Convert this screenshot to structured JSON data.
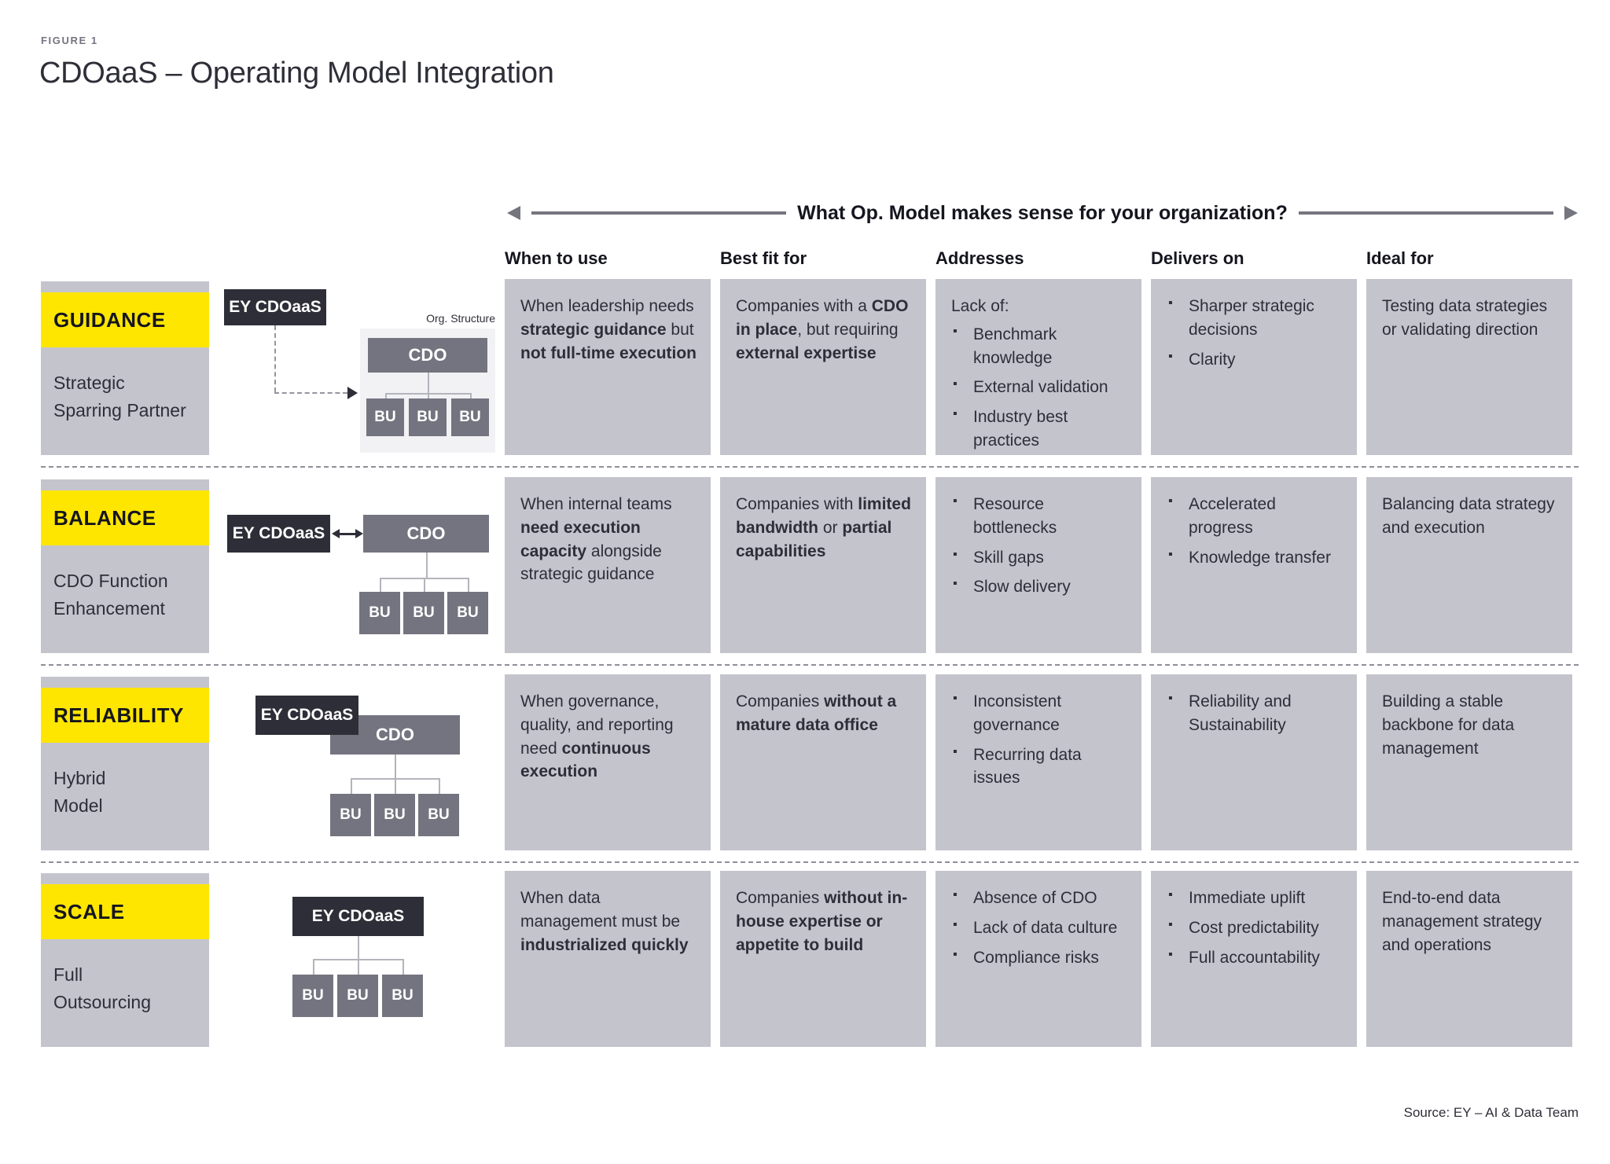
{
  "figure_label": "FIGURE 1",
  "title": "CDOaaS – Operating Model Integration",
  "question": "What Op. Model makes sense for your organization?",
  "columns": [
    "When to use",
    "Best fit for",
    "Addresses",
    "Delivers on",
    "Ideal for"
  ],
  "source": "Source: EY – AI & Data Team",
  "labels": {
    "ey": "EY CDOaaS",
    "cdo": "CDO",
    "bu": "BU",
    "org_structure": "Org. Structure"
  },
  "colors": {
    "yellow": "#FFE600",
    "dark": "#2E2E38",
    "mid_gray": "#747480",
    "cell_gray": "#C4C4CD",
    "panel_gray": "#F2F2F5",
    "line_gray": "#B4B4BC",
    "arrow_gray": "#75757F"
  },
  "rows": [
    {
      "name": "GUIDANCE",
      "subtitle": "Strategic\nSparring Partner",
      "diagram": "guidance",
      "when_to_use": [
        {
          "t": "When leadership needs "
        },
        {
          "t": "strategic guidance",
          "b": true
        },
        {
          "t": " but "
        },
        {
          "t": "not full-time execution",
          "b": true
        }
      ],
      "best_fit_for": [
        {
          "t": "Companies with a "
        },
        {
          "t": "CDO in place",
          "b": true
        },
        {
          "t": ", but requiring "
        },
        {
          "t": "external expertise",
          "b": true
        }
      ],
      "addresses": {
        "intro": "Lack of:",
        "bullets": [
          "Benchmark knowledge",
          "External validation",
          "Industry best practices"
        ]
      },
      "delivers_on": {
        "bullets": [
          "Sharper strategic decisions",
          "Clarity"
        ]
      },
      "ideal_for": "Testing data strategies or validating direction"
    },
    {
      "name": "BALANCE",
      "subtitle": "CDO Function\nEnhancement",
      "diagram": "balance",
      "when_to_use": [
        {
          "t": "When internal teams "
        },
        {
          "t": "need execution capacity",
          "b": true
        },
        {
          "t": " alongside strategic guidance"
        }
      ],
      "best_fit_for": [
        {
          "t": "Companies with "
        },
        {
          "t": "limited bandwidth",
          "b": true
        },
        {
          "t": " or "
        },
        {
          "t": "partial capabilities",
          "b": true
        }
      ],
      "addresses": {
        "intro": "",
        "bullets": [
          "Resource bottlenecks",
          "Skill gaps",
          "Slow delivery"
        ]
      },
      "delivers_on": {
        "bullets": [
          "Accelerated progress",
          "Knowledge transfer"
        ]
      },
      "ideal_for": "Balancing data strategy and execution"
    },
    {
      "name": "RELIABILITY",
      "subtitle": "Hybrid\nModel",
      "diagram": "reliability",
      "when_to_use": [
        {
          "t": "When governance, quality, and reporting need "
        },
        {
          "t": "continuous execution",
          "b": true
        }
      ],
      "best_fit_for": [
        {
          "t": "Companies "
        },
        {
          "t": "without a mature data office",
          "b": true
        }
      ],
      "addresses": {
        "intro": "",
        "bullets": [
          "Inconsistent governance",
          "Recurring data issues"
        ]
      },
      "delivers_on": {
        "bullets": [
          "Reliability and Sustainability"
        ]
      },
      "ideal_for": "Building a stable backbone for data management"
    },
    {
      "name": "SCALE",
      "subtitle": "Full\nOutsourcing",
      "diagram": "scale",
      "when_to_use": [
        {
          "t": "When data management must be "
        },
        {
          "t": "industrialized quickly",
          "b": true
        }
      ],
      "best_fit_for": [
        {
          "t": "Companies "
        },
        {
          "t": "without in-house expertise or appetite to build",
          "b": true
        }
      ],
      "addresses": {
        "intro": "",
        "bullets": [
          "Absence of CDO",
          "Lack of data culture",
          "Compliance risks"
        ]
      },
      "delivers_on": {
        "bullets": [
          "Immediate uplift",
          "Cost predictability",
          "Full accountability"
        ]
      },
      "ideal_for": "End-to-end data management strategy and operations"
    }
  ]
}
